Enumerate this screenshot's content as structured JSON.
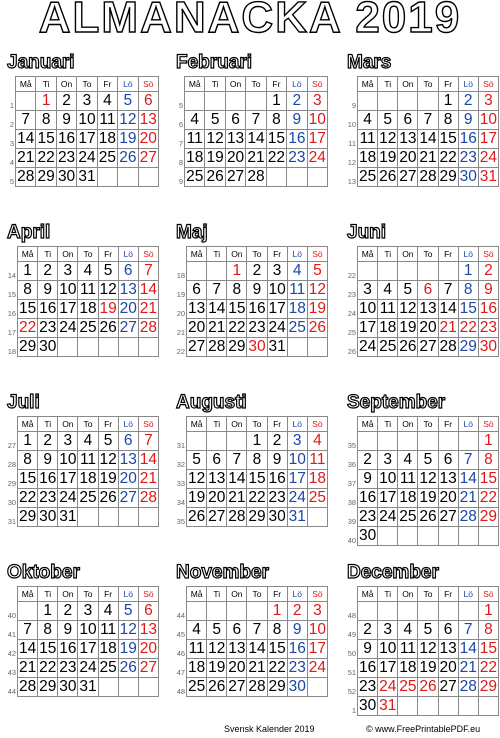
{
  "title": "ALMANACKA 2019",
  "weekdays": [
    "Må",
    "Ti",
    "On",
    "To",
    "Fr",
    "Lö",
    "Sö"
  ],
  "colors": {
    "saturday": "#1a47a8",
    "sunday_holiday": "#e01818"
  },
  "months": [
    {
      "name": "Januari",
      "weeks": [
        1,
        2,
        3,
        4,
        5
      ],
      "start": 1,
      "days": 31,
      "holidays": [
        1,
        6
      ]
    },
    {
      "name": "Februari",
      "weeks": [
        5,
        6,
        7,
        8,
        9
      ],
      "start": 4,
      "days": 28,
      "holidays": []
    },
    {
      "name": "Mars",
      "weeks": [
        9,
        10,
        11,
        12,
        13
      ],
      "start": 4,
      "days": 31,
      "holidays": []
    },
    {
      "name": "April",
      "weeks": [
        14,
        15,
        16,
        17,
        18
      ],
      "start": 0,
      "days": 30,
      "holidays": [
        19,
        21,
        22
      ]
    },
    {
      "name": "Maj",
      "weeks": [
        18,
        19,
        20,
        21,
        22
      ],
      "start": 2,
      "days": 31,
      "holidays": [
        1,
        30
      ]
    },
    {
      "name": "Juni",
      "weeks": [
        22,
        23,
        24,
        25,
        26
      ],
      "start": 5,
      "days": 30,
      "holidays": [
        6,
        9,
        21,
        22
      ]
    },
    {
      "name": "Juli",
      "weeks": [
        27,
        28,
        29,
        30,
        31
      ],
      "start": 0,
      "days": 31,
      "holidays": []
    },
    {
      "name": "Augusti",
      "weeks": [
        31,
        32,
        33,
        34,
        35
      ],
      "start": 3,
      "days": 31,
      "holidays": []
    },
    {
      "name": "September",
      "weeks": [
        35,
        36,
        37,
        38,
        39,
        40
      ],
      "start": 6,
      "days": 30,
      "holidays": []
    },
    {
      "name": "Oktober",
      "weeks": [
        40,
        41,
        42,
        43,
        44
      ],
      "start": 1,
      "days": 31,
      "holidays": []
    },
    {
      "name": "November",
      "weeks": [
        44,
        45,
        46,
        47,
        48
      ],
      "start": 4,
      "days": 30,
      "holidays": [
        1,
        2
      ]
    },
    {
      "name": "December",
      "weeks": [
        48,
        49,
        50,
        51,
        52,
        1
      ],
      "start": 6,
      "days": 31,
      "holidays": [
        24,
        25,
        26,
        31
      ]
    }
  ],
  "footer": {
    "left": "Svensk Kalender 2019",
    "right": "© www.FreePrintablePDF.eu"
  }
}
